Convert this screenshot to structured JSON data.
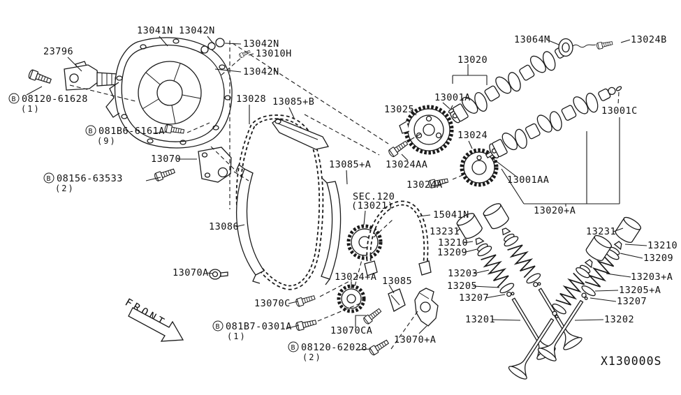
{
  "diagram_code": "X130000S",
  "front_label": "FRONT",
  "sec_ref": {
    "line1": "SEC.120",
    "line2": "(13021)"
  },
  "labels": {
    "c23796": "23796",
    "c13041N": "13041N",
    "c13042N": "13042N",
    "c13010H": "13010H",
    "c13070": "13070",
    "c13086": "13086",
    "c13070A": "13070A",
    "c13028": "13028",
    "c13085B": "13085+B",
    "c13085A": "13085+A",
    "c13085": "13085",
    "c15041N": "15041N",
    "c13024AA": "13024AA",
    "c13024A": "13024A",
    "c13025": "13025",
    "c13020": "13020",
    "c13001A": "13001A",
    "c13064M": "13064M",
    "c13024B": "13024B",
    "c13001C": "13001C",
    "c13024": "13024",
    "c13001AA": "13001AA",
    "c13020A": "13020+A",
    "c13231": "13231",
    "c13210": "13210",
    "c13209": "13209",
    "c13203": "13203",
    "c13203A": "13203+A",
    "c13205": "13205",
    "c13205A": "13205+A",
    "c13207": "13207",
    "c13201": "13201",
    "c13202": "13202",
    "c13024pA": "13024+A",
    "c13070C": "13070C",
    "c13070CA": "13070CA",
    "c13070pA": "13070+A"
  },
  "bolt_labels": {
    "b08120_61628": {
      "prefix": "B",
      "num": "08120-61628",
      "qty": "(1)"
    },
    "b081B6_6161A": {
      "prefix": "B",
      "num": "081B6-6161A",
      "qty": "(9)"
    },
    "b08156_63533": {
      "prefix": "B",
      "num": "08156-63533",
      "qty": "(2)"
    },
    "b081B7_0301A": {
      "prefix": "B",
      "num": "081B7-0301A",
      "qty": "(1)"
    },
    "b08120_62028": {
      "prefix": "B",
      "num": "08120-62028",
      "qty": "(2)"
    }
  },
  "colors": {
    "line": "#1a1a1a",
    "background": "#ffffff"
  }
}
